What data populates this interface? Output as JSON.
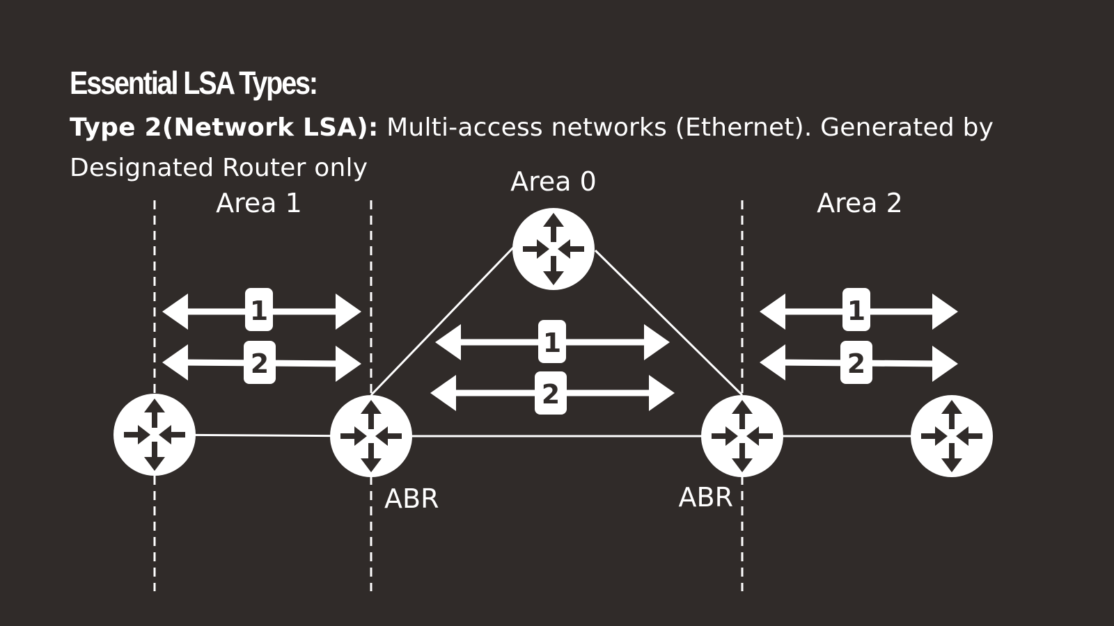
{
  "heading": "Essential LSA Types:",
  "description": {
    "bold_part": "Type 2(Network LSA):",
    "rest": " Multi-access networks (Ethernet). Generated by Designated Router only"
  },
  "areas": {
    "area1": "Area 1",
    "area0": "Area 0",
    "area2": "Area 2"
  },
  "abr_labels": [
    "ABR",
    "ABR"
  ],
  "lsa_badges": {
    "area1": [
      "1",
      "2"
    ],
    "area0": [
      "1",
      "2"
    ],
    "area2": [
      "1",
      "2"
    ]
  },
  "icons": {
    "router": "router-icon"
  },
  "colors": {
    "background": "#302b29",
    "foreground": "#ffffff"
  }
}
